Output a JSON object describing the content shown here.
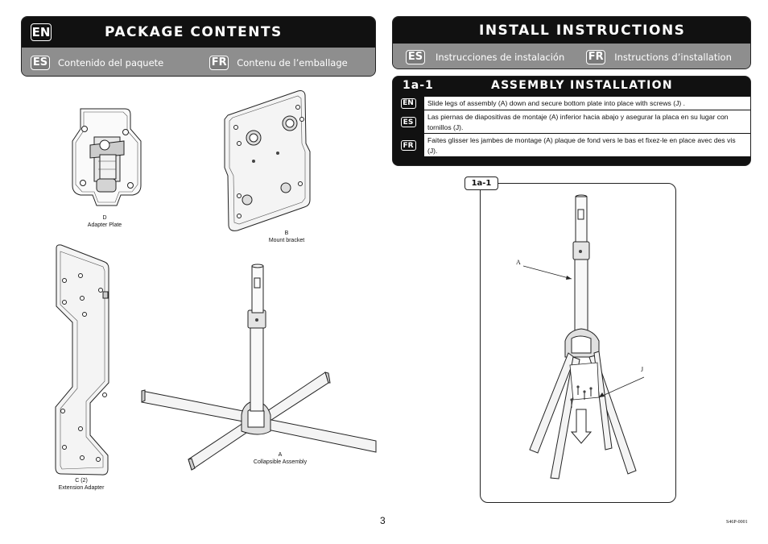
{
  "left_panel": {
    "header": {
      "lang": "EN",
      "title": "PACKAGE CONTENTS"
    },
    "subheader": [
      {
        "lang": "ES",
        "text": "Contenido del paquete"
      },
      {
        "lang": "FR",
        "text": "Contenu de l’emballage"
      }
    ],
    "parts": [
      {
        "letter": "D",
        "name": "Adapter Plate"
      },
      {
        "letter": "B",
        "name": "Mount bracket"
      },
      {
        "letter": "C (2)",
        "name": "Extension Adapter"
      },
      {
        "letter": "A",
        "name": "Collapsible Assembly"
      }
    ]
  },
  "right_panel": {
    "header": {
      "title": "INSTALL INSTRUCTIONS"
    },
    "subheader": [
      {
        "lang": "ES",
        "text": "Instrucciones de instalación"
      },
      {
        "lang": "FR",
        "text": "Instructions d’installation"
      }
    ],
    "step": {
      "number": "1a-1",
      "title": "ASSEMBLY INSTALLATION",
      "rows": [
        {
          "lang": "EN",
          "text": "Slide legs of assembly (A) down and secure bottom plate into place with screws (J) ."
        },
        {
          "lang": "ES",
          "text": "Las piernas de diapositivas de montaje (A) inferior hacia abajo y asegurar la placa en su lugar con tornillos (J)."
        },
        {
          "lang": "FR",
          "text": "Faites glisser les jambes de montage (A) plaque de fond vers le bas et fixez-le en place avec des vis (J)."
        }
      ]
    },
    "figure": {
      "tag": "1a-1",
      "pointer_a": "A",
      "pointer_j": "J"
    }
  },
  "footer": {
    "page_number": "3",
    "doc_code": "S46P-0001"
  }
}
